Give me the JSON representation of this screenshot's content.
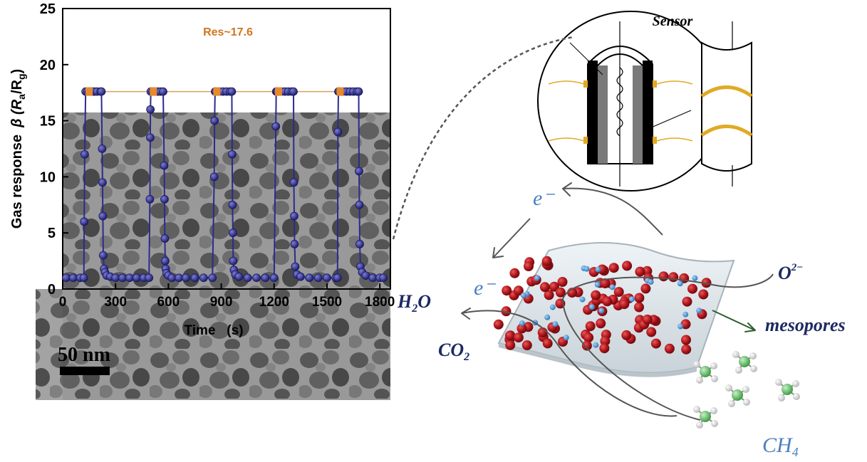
{
  "chart_data": {
    "type": "line",
    "xlabel": "Time   (s)",
    "ylabel_main": "Gas response",
    "ylabel_symbol": "β (R",
    "ylabel_sub_a": "a",
    "ylabel_slash": "/R",
    "ylabel_sub_g": "g",
    "ylabel_close": ")",
    "xlim": [
      0,
      1860
    ],
    "ylim": [
      0,
      25
    ],
    "xticks": [
      0,
      300,
      600,
      900,
      1200,
      1500,
      1800
    ],
    "yticks": [
      0,
      5,
      10,
      15,
      20,
      25
    ],
    "annotation": "Res~17.6",
    "baseline": 1.0,
    "peak": 17.6,
    "series": [
      {
        "x": [
          20,
          60,
          100,
          120,
          122,
          125,
          130,
          140,
          150,
          160,
          170,
          180,
          195,
          215,
          220,
          224,
          226,
          228,
          230,
          235,
          240,
          250,
          270,
          300,
          340,
          380,
          420,
          460,
          490,
          495,
          497,
          498,
          500,
          510,
          520,
          540,
          555,
          570,
          576,
          578,
          580,
          582,
          585,
          590,
          600,
          620,
          660,
          700,
          750,
          800,
          850,
          860,
          862,
          865,
          870,
          890,
          910,
          930,
          950,
          960,
          962,
          964,
          966,
          968,
          972,
          980,
          1000,
          1050,
          1100,
          1150,
          1200,
          1210,
          1212,
          1215,
          1220,
          1240,
          1260,
          1280,
          1300,
          1310,
          1312,
          1314,
          1316,
          1320,
          1330,
          1350,
          1400,
          1450,
          1500,
          1550,
          1560,
          1562,
          1565,
          1570,
          1590,
          1610,
          1630,
          1650,
          1670,
          1680,
          1682,
          1684,
          1686,
          1690,
          1700,
          1720,
          1760,
          1800,
          1820
        ],
        "y": [
          1.0,
          1.0,
          1.0,
          1.0,
          6.0,
          12.0,
          17.6,
          17.6,
          17.6,
          17.6,
          17.6,
          17.6,
          17.6,
          17.6,
          17.6,
          12.5,
          9.5,
          6.5,
          3.0,
          1.8,
          1.5,
          1.2,
          1.1,
          1.0,
          1.0,
          1.0,
          1.0,
          1.0,
          1.0,
          8.0,
          13.5,
          16.0,
          17.6,
          17.6,
          17.6,
          17.6,
          17.6,
          17.6,
          11.0,
          8.0,
          4.5,
          2.5,
          1.8,
          1.4,
          1.2,
          1.0,
          1.0,
          1.0,
          1.0,
          1.0,
          1.0,
          10.0,
          15.0,
          17.6,
          17.6,
          17.6,
          17.6,
          17.6,
          17.6,
          17.6,
          12.0,
          7.5,
          5.0,
          2.5,
          1.7,
          1.3,
          1.1,
          1.0,
          1.0,
          1.0,
          1.0,
          14.5,
          17.6,
          17.6,
          17.6,
          17.6,
          17.6,
          17.6,
          17.6,
          17.6,
          9.5,
          6.5,
          4.0,
          2.0,
          1.3,
          1.1,
          1.0,
          1.0,
          1.0,
          1.0,
          1.0,
          14.0,
          17.6,
          17.6,
          17.6,
          17.6,
          17.6,
          17.6,
          17.6,
          17.6,
          10.5,
          7.5,
          4.0,
          2.0,
          1.5,
          1.2,
          1.0,
          1.0,
          1.0
        ]
      }
    ]
  },
  "figure_text": {
    "scale_bar_label": "50 nm",
    "sensor_label": "Sensor",
    "electron_top": "e⁻",
    "electron_mid": "e⁻",
    "oxygen_label": "O",
    "oxygen_sup": "2−",
    "water_label": "H",
    "water_sub": "2",
    "water_tail": "O",
    "co2_label": "CO",
    "co2_sub": "2",
    "mesopores_label": "mesopores",
    "methane_label": "CH",
    "methane_sub": "4"
  },
  "colors": {
    "axis": "#000000",
    "series_line": "#2b2b8c",
    "marker_fill": "#30308f",
    "peak_marker_fill": "#e58a2e",
    "annotation_text": "#d1761c",
    "micrograph_bg": "#9b9b9b",
    "electron_text": "#4a7fc1",
    "label_dark_blue": "#1c2a63",
    "sphere_red": "#b3161c",
    "sphere_blue": "#3b8ccf",
    "molecule_green": "#6ac26c",
    "sensor_gold": "#e0aa24"
  }
}
